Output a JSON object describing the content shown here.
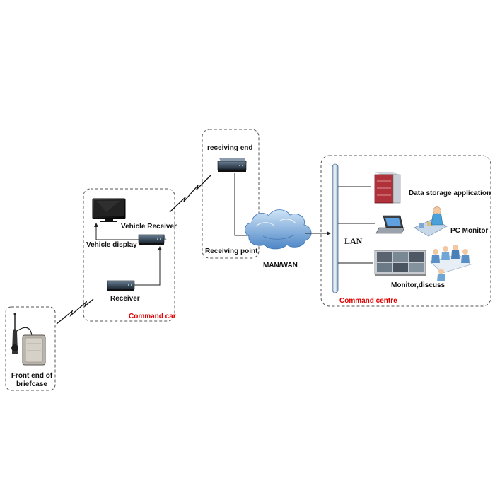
{
  "groups": {
    "briefcase": {
      "label_line1": "Front end of",
      "label_line2": "briefcase"
    },
    "command_car": {
      "title": "Command car",
      "vehicle_display": "Vehicle display",
      "vehicle_receiver": "Vehicle Receiver",
      "receiver": "Receiver"
    },
    "receiving_point": {
      "receiving_end": "receiving end",
      "title": "Receiving point"
    },
    "network": {
      "cloud_label": "MAN/WAN"
    },
    "command_centre": {
      "title": "Command centre",
      "lan": "LAN",
      "data_storage": "Data storage application",
      "pc_monitor": "PC Monitor",
      "monitor_discuss": "Monitor,discuss"
    }
  },
  "colors": {
    "title_red": "#e00000",
    "device_dark": "#2e3b4a",
    "cloud_blue": "#6fa3d9",
    "server_red": "#b1313a"
  }
}
